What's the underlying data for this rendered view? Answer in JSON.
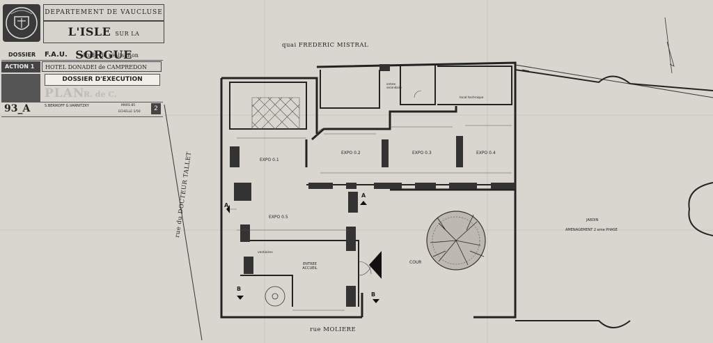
{
  "title_block": {
    "department": "DEPARTEMENT DE VAUCLUSE",
    "town_a": "L'ISLE",
    "town_sur": "SUR LA",
    "town_b": "SORGUE",
    "dossier_prefix": "DOSSIER",
    "dossier_code": "F.A.U.",
    "dossier_desc": "étude de réalisation",
    "action": "ACTION 1",
    "hotel": "HOTEL DONADEI de CAMPREDON",
    "dossier_exec": "DOSSIER D'EXECUTION",
    "plan": "PLAN",
    "plan_level": "R. de C.",
    "sheet_number": "93_A",
    "architects": "S.BERIKOFF   G.VARNITZKY",
    "date": "MARS 85",
    "scale": "ECHELLE 1/50",
    "sheet_index": "2"
  },
  "plan": {
    "street_north": "quai   FREDERIC   MISTRAL",
    "street_south": "rue   MOLIERE",
    "street_west": "rue du DOCTEUR TALLET",
    "rooms": {
      "expo1": "EXPO 0.1",
      "expo2": "EXPO 0.2",
      "expo3": "EXPO 0.3",
      "expo4": "EXPO 0.4",
      "expo5": "EXPO 0.5",
      "entrance": "ENTREE ACCUEIL",
      "cour": "COUR",
      "jardin": "JARDIN",
      "amenagement": "AMENAGEMENT 2 eme PHASE",
      "local_technique": "local technique",
      "entree_secondaire": "entree secondaire",
      "vestiaires": "vestiaires"
    },
    "section_marks": [
      "A",
      "A",
      "B",
      "B"
    ]
  }
}
